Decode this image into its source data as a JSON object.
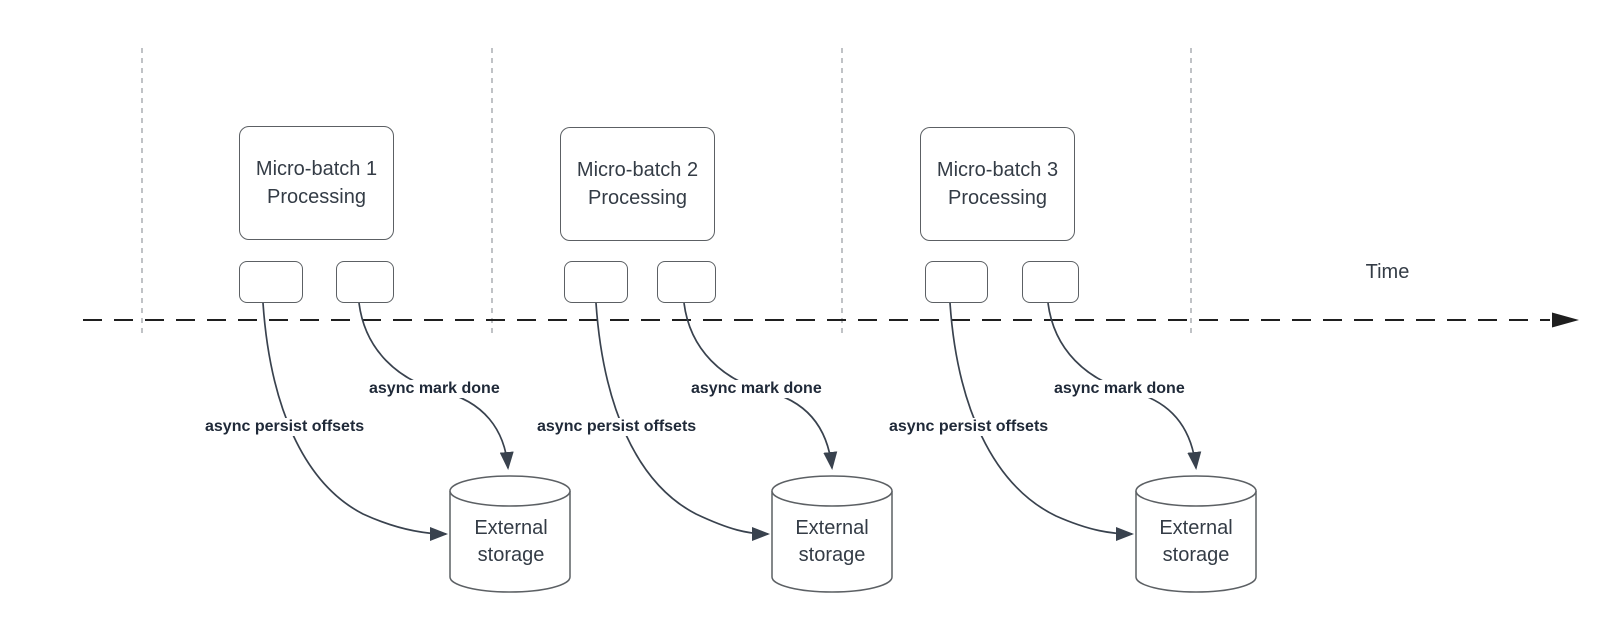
{
  "diagram": {
    "time_axis": {
      "label": "Time"
    },
    "groups": [
      {
        "title": "Micro-batch 1\nProcessing",
        "persist_label": "async persist offsets",
        "done_label": "async mark done",
        "storage_label": "External\nstorage"
      },
      {
        "title": "Micro-batch 2\nProcessing",
        "persist_label": "async persist offsets",
        "done_label": "async mark done",
        "storage_label": "External\nstorage"
      },
      {
        "title": "Micro-batch 3\nProcessing",
        "persist_label": "async persist offsets",
        "done_label": "async mark done",
        "storage_label": "External\nstorage"
      }
    ],
    "colors": {
      "shape_stroke": "#5c6064",
      "arrow_stroke": "#39424e",
      "axis_stroke": "#1f1f1f",
      "interval_dash": "#b1b4b8",
      "text": "#343c46",
      "bold_label_text": "#202a39",
      "background": "#ffffff"
    }
  }
}
